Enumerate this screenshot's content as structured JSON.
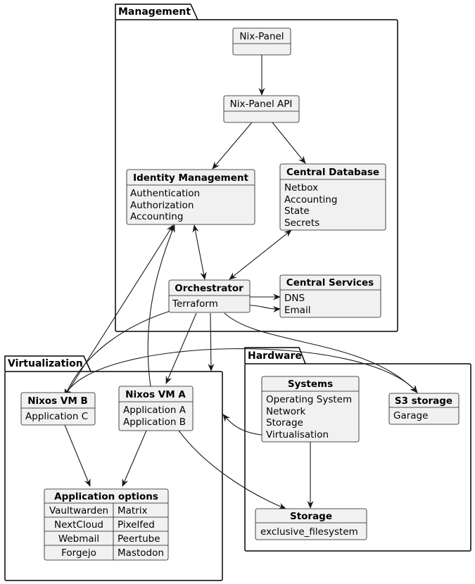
{
  "packages": {
    "management": "Management",
    "virtualization": "Virtualization",
    "hardware": "Hardware"
  },
  "nodes": {
    "nix_panel": {
      "title": "Nix-Panel"
    },
    "nix_panel_api": {
      "title": "Nix-Panel API"
    },
    "identity": {
      "title": "Identity Management",
      "lines": [
        "Authentication",
        "Authorization",
        "Accounting"
      ]
    },
    "central_db": {
      "title": "Central Database",
      "lines": [
        "Netbox",
        "Accounting",
        "State",
        "Secrets"
      ]
    },
    "orchestrator": {
      "title": "Orchestrator",
      "lines": [
        "Terraform"
      ]
    },
    "central_services": {
      "title": "Central Services",
      "lines": [
        "DNS",
        "Email"
      ]
    },
    "vm_b": {
      "title": "Nixos VM B",
      "lines": [
        "Application C"
      ]
    },
    "vm_a": {
      "title": "Nixos VM A",
      "lines": [
        "Application A",
        "Application B"
      ]
    },
    "app_options": {
      "title": "Application options",
      "rows": [
        [
          "Vaultwarden",
          "Matrix"
        ],
        [
          "NextCloud",
          "Pixelfed"
        ],
        [
          "Webmail",
          "Peertube"
        ],
        [
          "Forgejo",
          "Mastodon"
        ]
      ]
    },
    "systems": {
      "title": "Systems",
      "lines": [
        "Operating System",
        "Network",
        "Storage",
        "Virtualisation"
      ]
    },
    "s3": {
      "title": "S3 storage",
      "lines": [
        "Garage"
      ]
    },
    "storage": {
      "title": "Storage",
      "lines": [
        "exclusive_filesystem"
      ]
    }
  }
}
